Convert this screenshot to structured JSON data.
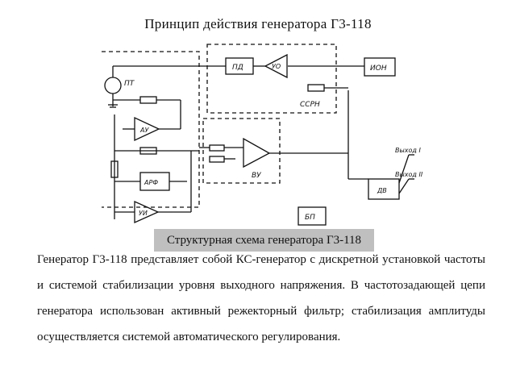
{
  "title": "Принцип действия генератора Г3-118",
  "diagram": {
    "labels": {
      "pt": "ПТ",
      "pd": "ПД",
      "uo": "УО",
      "ion": "ИОН",
      "ssrn": "ССРН",
      "au": "АУ",
      "arf": "АРФ",
      "vu": "ВУ",
      "ui": "УИ",
      "dv": "ДВ",
      "bp": "БП",
      "out1": "Выход I",
      "out2": "Выход II"
    }
  },
  "caption": "Структурная схема генератора Г3-118",
  "paragraph": "Генератор Г3-118 представляет собой КС-генератор с дискретной установкой частоты и системой стабилизации уровня выходного напряжения. В частотозадающей цепи генератора использован активный режекторный фильтр; стабилизация амплитуды осуществляется системой автоматического регулирования."
}
